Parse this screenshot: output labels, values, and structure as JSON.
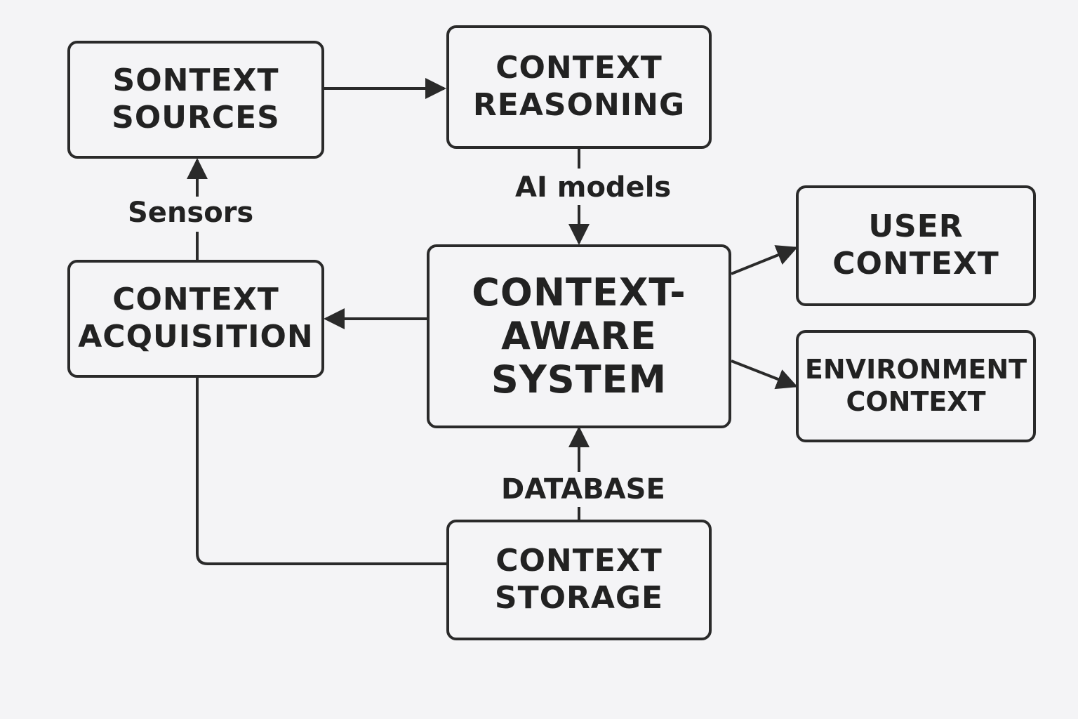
{
  "nodes": {
    "context_sources": {
      "line1": "SONTEXT",
      "line2": "SOURCES"
    },
    "context_reasoning": {
      "line1": "CONTEXT",
      "line2": "REASONING"
    },
    "context_acquisition": {
      "line1": "CONTEXT",
      "line2": "ACQUISITION"
    },
    "context_aware_system": {
      "line1": "CONTEXT-",
      "line2": "AWARE",
      "line3": "SYSTEM"
    },
    "user_context": {
      "line1": "USER",
      "line2": "CONTEXT"
    },
    "environment_context": {
      "line1": "ENVIRONMENT",
      "line2": "CONTEXT"
    },
    "context_storage": {
      "line1": "CONTEXT",
      "line2": "STORAGE"
    }
  },
  "edge_labels": {
    "sensors": "Sensors",
    "ai_models": "AI models",
    "database": "DATABASE"
  },
  "colors": {
    "background": "#f4f4f6",
    "stroke": "#2a2a2a",
    "text": "#222222"
  }
}
